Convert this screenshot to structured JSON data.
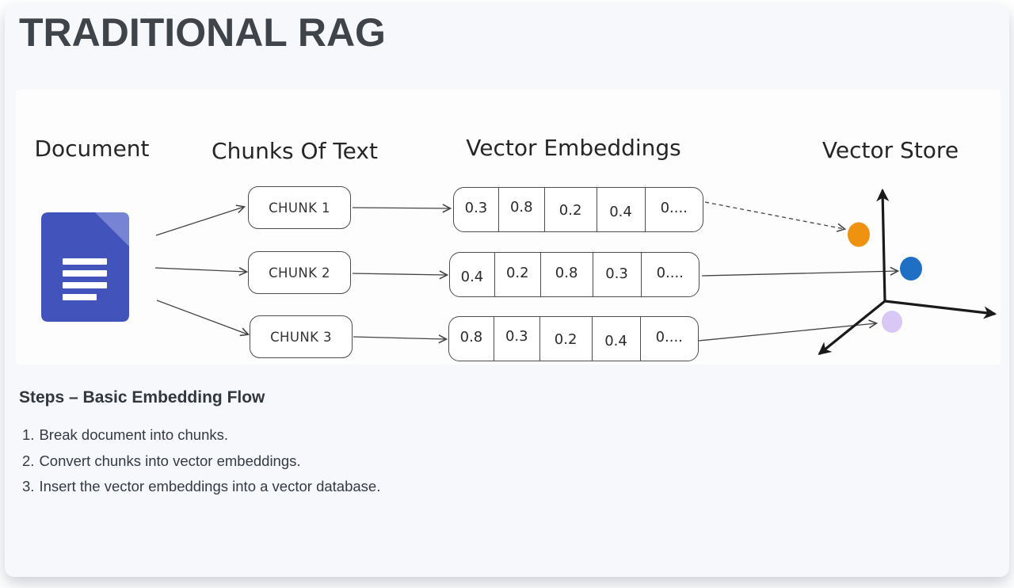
{
  "title": "TRADITIONAL RAG",
  "diagram": {
    "headings": {
      "document": "Document",
      "chunks": "Chunks Of Text",
      "embeddings": "Vector Embeddings",
      "store": "Vector Store"
    },
    "chunks": [
      {
        "label": "CHUNK 1"
      },
      {
        "label": "CHUNK 2"
      },
      {
        "label": "CHUNK 3"
      }
    ],
    "embedding_rows": [
      {
        "cells": [
          "0.3",
          "0.8",
          "0.2",
          "0.4",
          "0...."
        ]
      },
      {
        "cells": [
          "0.4",
          "0.2",
          "0.8",
          "0.3",
          "0...."
        ]
      },
      {
        "cells": [
          "0.8",
          "0.3",
          "0.2",
          "0.4",
          "0...."
        ]
      }
    ],
    "points": [
      {
        "name": "orange-point",
        "color": "#EE9210"
      },
      {
        "name": "blue-point",
        "color": "#1F6FC4"
      },
      {
        "name": "lavender-point",
        "color": "#D9C8F5"
      }
    ],
    "doc_icon": {
      "body_color": "#4254BB",
      "fold_color": "#7684D3"
    }
  },
  "steps": {
    "heading": "Steps – Basic Embedding Flow",
    "items": [
      {
        "num": "1.",
        "text": "Break document into chunks."
      },
      {
        "num": "2.",
        "text": "Convert chunks into vector embeddings."
      },
      {
        "num": "3.",
        "text": "Insert the vector embeddings into a vector database."
      }
    ]
  }
}
